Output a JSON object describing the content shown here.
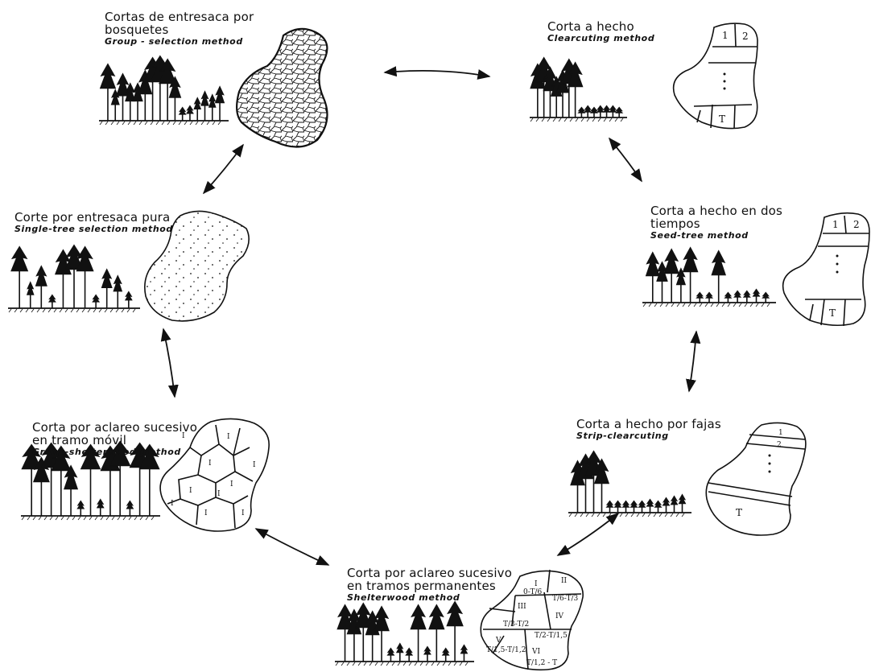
{
  "methods": {
    "group_selection": {
      "title_es_1": "Cortas de entresaca por",
      "title_es_2": "bosquetes",
      "title_en": "Group - selection method"
    },
    "clearcutting": {
      "title_es": "Corta a hecho",
      "title_en": "Clearcuting method",
      "map_labels": [
        "1",
        "2",
        "T"
      ]
    },
    "single_tree": {
      "title_es": "Corte por entresaca pura",
      "title_en": "Single-tree selection method"
    },
    "seed_tree": {
      "title_es_1": "Corta a hecho en dos",
      "title_es_2": "tiempos",
      "title_en": "Seed-tree method",
      "map_labels": [
        "1",
        "2",
        "T"
      ]
    },
    "group_shelterwood": {
      "title_es_1": "Corta por aclareo sucesivo",
      "title_es_2": "en tramo móvil",
      "title_en": "Group-shelterwood method",
      "map_labels": [
        "I",
        "I",
        "I",
        "I",
        "I",
        "I",
        "I",
        "I",
        "I",
        "I"
      ]
    },
    "strip_clearcutting": {
      "title_es": "Corta a hecho por fajas",
      "title_en": "Strip-clearcuting",
      "map_labels": [
        "1",
        "2",
        "T"
      ]
    },
    "shelterwood": {
      "title_es_1": "Corta por aclareo sucesivo",
      "title_es_2": "en tramos permanentes",
      "title_en": "Shelterwood method",
      "map_labels": [
        "I",
        "II",
        "0-T/6",
        "T/6-T/3",
        "III",
        "IV",
        "T/3-T/2",
        "T/2-T/1,5",
        "V",
        "VI",
        "T/1,5-T/1,2",
        "T/1,2 - T"
      ]
    }
  }
}
